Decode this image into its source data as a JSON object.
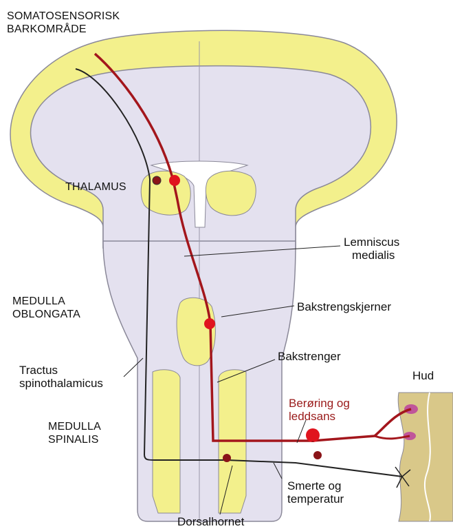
{
  "labels": {
    "somatosensory_cortex": {
      "line1": "SOMATOSENSORISK",
      "line2": "BARKOMRÅDE"
    },
    "thalamus": "THALAMUS",
    "lemniscus_medialis": {
      "line1": "Lemniscus",
      "line2": "medialis"
    },
    "medulla_oblongata": {
      "line1": "MEDULLA",
      "line2": "OBLONGATA"
    },
    "bakstrengskjerner": "Bakstrengskjerner",
    "bakstrenger": "Bakstrenger",
    "tractus_spinothalamicus": {
      "line1": "Tractus",
      "line2": "spinothalamicus"
    },
    "hud": "Hud",
    "beroring_og_leddsans": {
      "line1": "Berøring og",
      "line2": "leddsans"
    },
    "medulla_spinalis": {
      "line1": "MEDULLA",
      "line2": "SPINALIS"
    },
    "smerte_og_temperatur": {
      "line1": "Smerte og",
      "line2": "temperatur"
    },
    "dorsalhornet": "Dorsalhornet"
  },
  "colors": {
    "gray_matter": "#f3f08c",
    "white_matter": "#e4e1ef",
    "outline": "#8a8898",
    "lemniscal_pathway": "#a3161c",
    "spinothalamic_pathway": "#222222",
    "skin": "#d9c889",
    "receptor": "#c0559a",
    "neuron_red": "#e0141e"
  }
}
